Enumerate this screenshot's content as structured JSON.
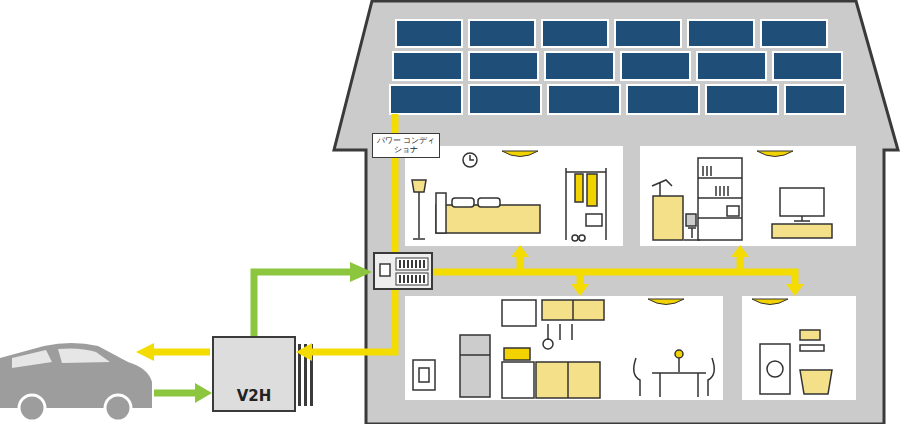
{
  "diagram": {
    "nodes": [
      {
        "text": [
          "パワー コンディショナ"
        ]
      },
      {
        "text": [
          "V2H"
        ]
      }
    ],
    "edges": [
      {
        "from": 0,
        "to": 1,
        "arrow": "to"
      }
    ]
  }
}
